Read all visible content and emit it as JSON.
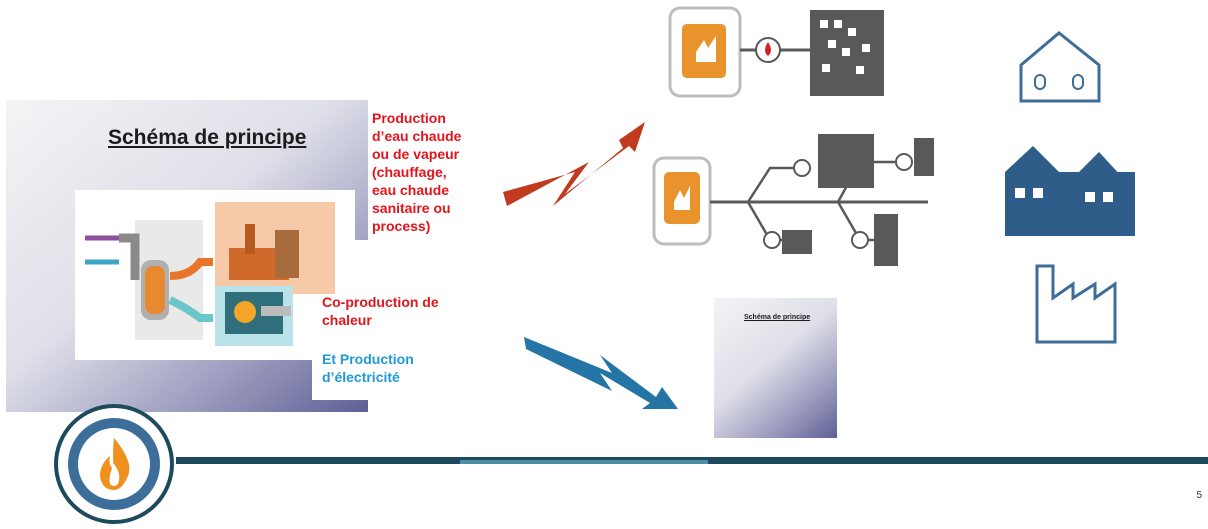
{
  "slide": {
    "title": "Schéma de principe",
    "production_lines": [
      "Production",
      "d’eau chaude",
      "ou de vapeur",
      "(chauffage,",
      "eau chaude",
      "sanitaire ou",
      "process)"
    ],
    "coproduction_lines": [
      "Co-production de",
      "chaleur"
    ],
    "electricity_lines": [
      "Et  Production",
      "d’électricité"
    ],
    "thumbnail_title": "Schéma de principe",
    "page_number": "5"
  },
  "colors": {
    "red": "#e3141b",
    "blue": "#1f9ad6",
    "orange": "#e8932b",
    "dark_grey": "#595959",
    "navy": "#1d4a5c",
    "house_blue": "#3d6e9a"
  },
  "icons": {
    "heat_arrow": "red-lightning-arrow",
    "elec_arrow": "blue-lightning-arrow",
    "boiler": "boiler-flame-icon",
    "building": "apartment-building-icon",
    "house": "house-icon",
    "town": "town-at-night-icon",
    "factory": "factory-icon",
    "logo": "flame-logo"
  }
}
